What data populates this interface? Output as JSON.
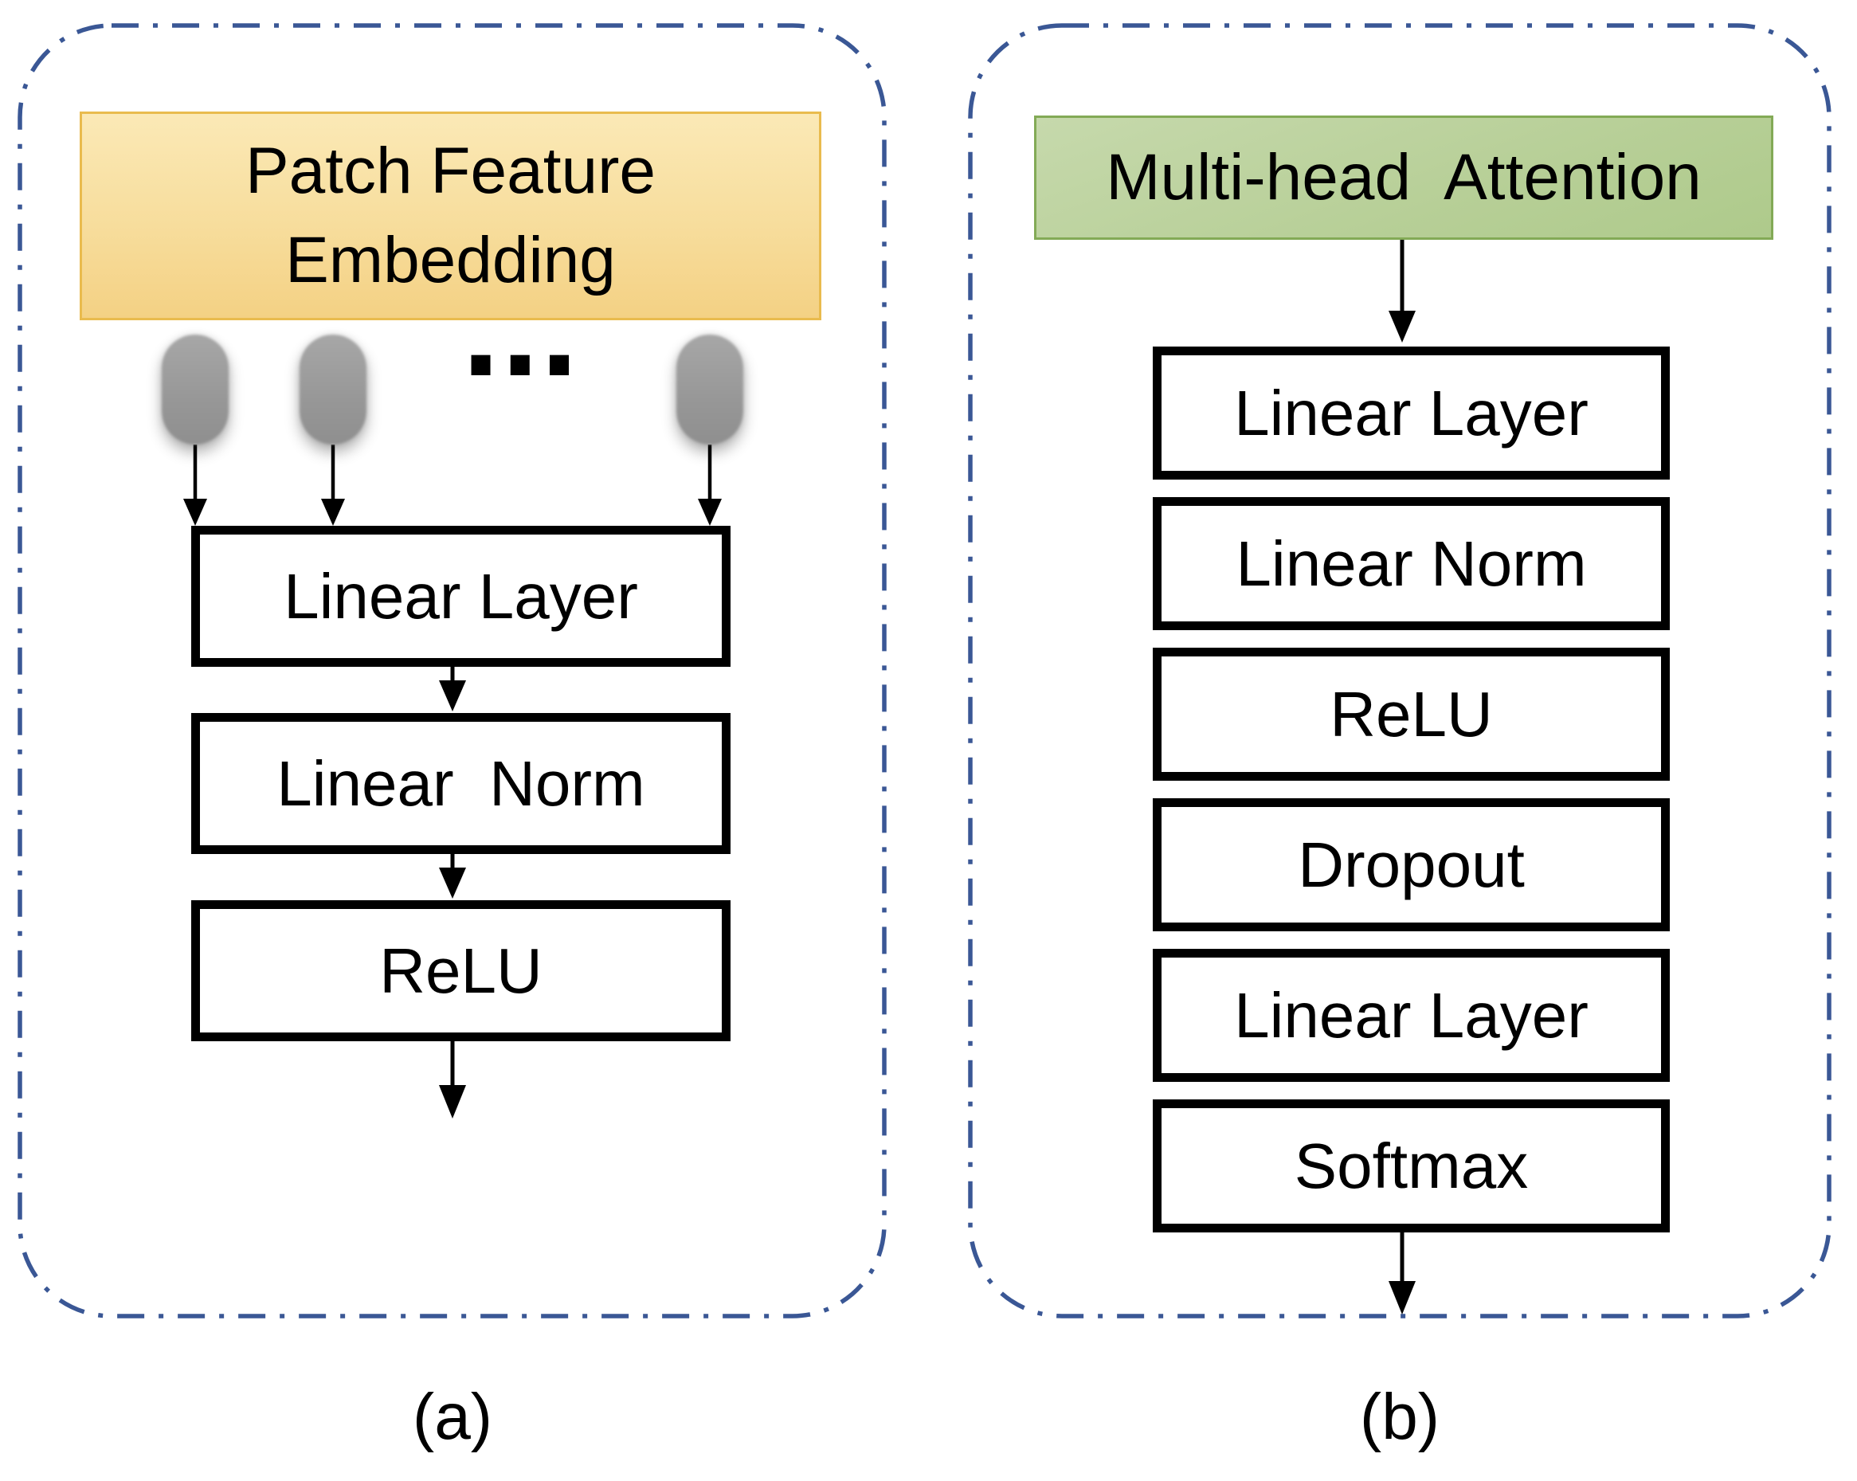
{
  "figure": {
    "panel_a": {
      "caption": "(a)",
      "header": "Patch Feature\nEmbedding",
      "ellipsis": "...",
      "layers": [
        "Linear Layer",
        "Linear  Norm",
        "ReLU"
      ]
    },
    "panel_b": {
      "caption": "(b)",
      "header": "Multi-head  Attention",
      "layers": [
        "Linear Layer",
        "Linear Norm",
        "ReLU",
        "Dropout",
        "Linear Layer",
        "Softmax"
      ]
    },
    "colors": {
      "panel_border_blue": "#3A5795",
      "header_a_fill_top": "#FBE9B6",
      "header_a_fill_bottom": "#F4D184",
      "header_a_border": "#E9BB4E",
      "header_b_fill": "#B7CF97",
      "header_b_border": "#83AA56",
      "capsule_gray": "#979797",
      "layer_box_border": "#000000",
      "layer_box_fill": "#FFFFFF",
      "arrow_black": "#000000"
    }
  }
}
